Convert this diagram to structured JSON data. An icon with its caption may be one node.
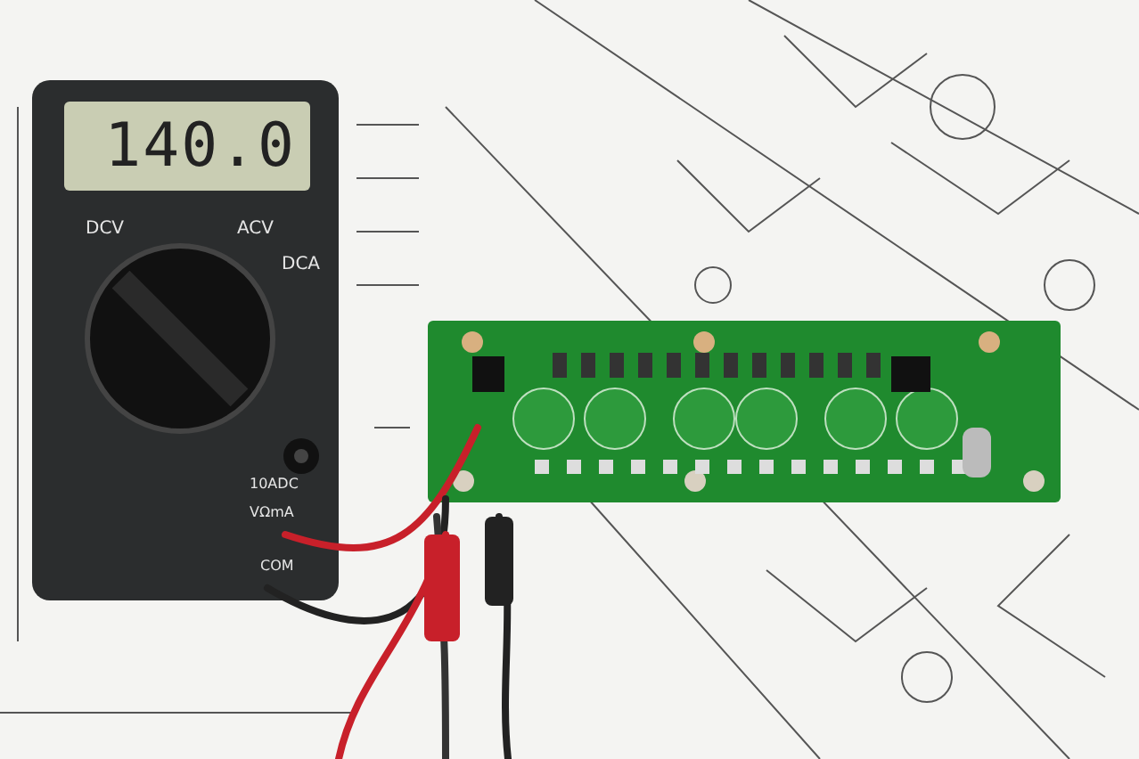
{
  "diagram": {
    "labels": [
      "140.0",
      "DCV",
      "ACV",
      "DCA",
      "10ADC",
      "VΩmA",
      "COM"
    ]
  }
}
